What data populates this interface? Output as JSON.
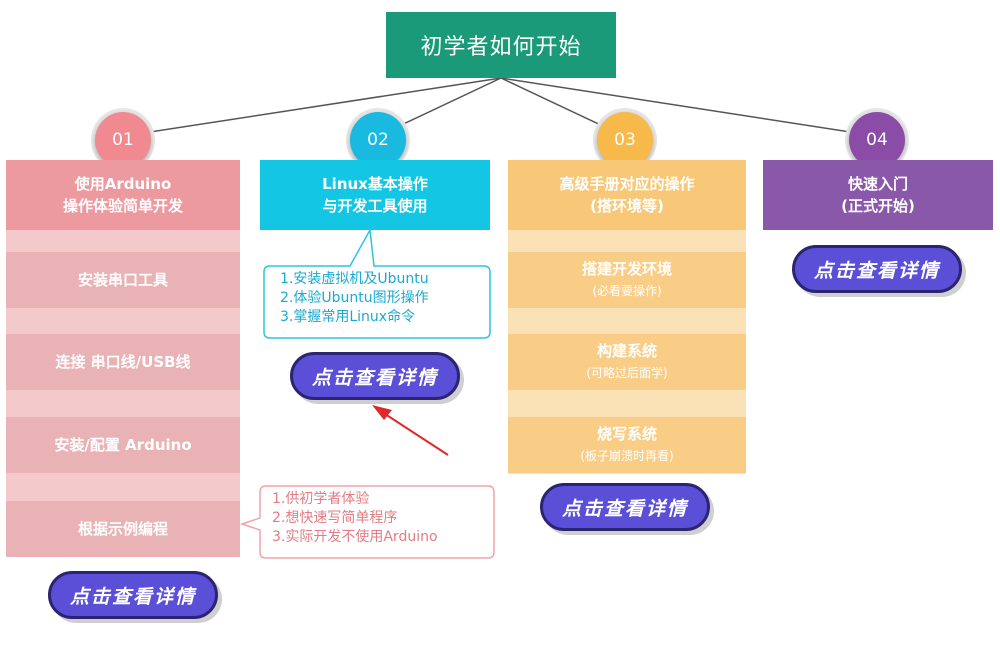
{
  "title": "初学者如何开始",
  "colors": {
    "green": "#1a9a78",
    "pink": "#ec9a9f",
    "cyan": "#13c6e3",
    "orange": "#f8c878",
    "purple": "#8a58a8"
  },
  "columns": [
    {
      "num": "01",
      "head_l1": "使用Arduino",
      "head_l2": "操作体验简单开发",
      "steps": [
        {
          "label": "安装串口工具"
        },
        {
          "label": "连接 串口线/USB线"
        },
        {
          "label": "安装/配置 Arduino"
        },
        {
          "label": "根据示例编程"
        }
      ],
      "notes": [
        "1.供初学者体验",
        "2.想快速写简单程序",
        "3.实际开发不使用Arduino"
      ],
      "button": "点击查看详情"
    },
    {
      "num": "02",
      "head_l1": "Linux基本操作",
      "head_l2": "与开发工具使用",
      "notes": [
        "1.安装虚拟机及Ubuntu",
        "2.体验Ubuntu图形操作",
        "3.掌握常用Linux命令"
      ],
      "button": "点击查看详情"
    },
    {
      "num": "03",
      "head_l1": "高级手册对应的操作",
      "head_l2": "(搭环境等)",
      "steps": [
        {
          "label": "搭建开发环境",
          "sub": "(必看要操作)"
        },
        {
          "label": "构建系统",
          "sub": "(可略过后面学)"
        },
        {
          "label": "烧写系统",
          "sub": "(板子崩溃时再看)"
        }
      ],
      "button": "点击查看详情"
    },
    {
      "num": "04",
      "head_l1": "快速入门",
      "head_l2": "(正式开始)",
      "button": "点击查看详情"
    }
  ]
}
